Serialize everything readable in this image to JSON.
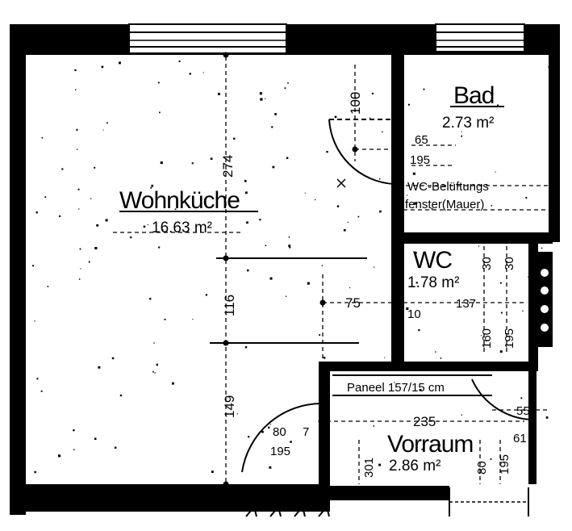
{
  "rooms": {
    "wohnkueche": {
      "name": "Wohnküche",
      "area": "16.63 m²"
    },
    "bad": {
      "name": "Bad",
      "area": "2.73 m²"
    },
    "wc": {
      "name": "WC",
      "area": "1.78 m²"
    },
    "vorraum": {
      "name": "Vorraum",
      "area": "2.86 m²"
    }
  },
  "notes": {
    "wc_beluftung": "WC-Belüftungs",
    "fenster_mauer": "fenster(Mauer)",
    "paneel": "Paneel 157/15 cm"
  },
  "dimensions": {
    "d100": "100",
    "d274": "274",
    "d65": "65",
    "d195_bad": "195",
    "d116": "116",
    "d75": "75",
    "d30_a": "30",
    "d30_b": "30",
    "d137": "137",
    "d10": "10",
    "d160": "160",
    "d195_wc": "195",
    "d149": "149",
    "d80": "80",
    "d7": "7",
    "d235": "235",
    "d195_door": "195",
    "d301": "301",
    "d55": "55",
    "d61": "61",
    "d80_right": "80",
    "d195_right": "195"
  }
}
